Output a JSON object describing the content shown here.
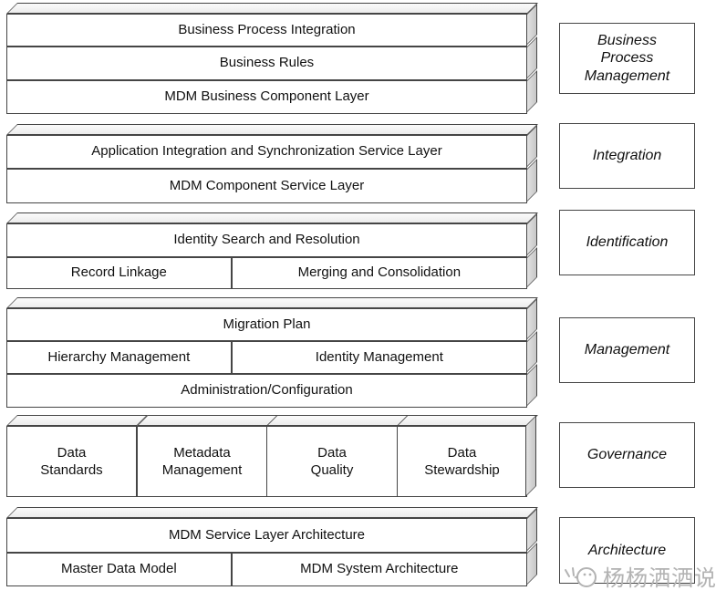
{
  "diagram": {
    "groups": [
      {
        "name": "business-process",
        "rows": [
          {
            "cells": [
              {
                "label": "Business Process Integration"
              }
            ]
          },
          {
            "cells": [
              {
                "label": "Business Rules"
              }
            ]
          },
          {
            "cells": [
              {
                "label": "MDM Business Component Layer"
              }
            ]
          }
        ]
      },
      {
        "name": "integration",
        "rows": [
          {
            "cells": [
              {
                "label": "Application Integration and Synchronization Service Layer"
              }
            ]
          },
          {
            "cells": [
              {
                "label": "MDM Component Service Layer"
              }
            ]
          }
        ]
      },
      {
        "name": "identification",
        "rows": [
          {
            "cells": [
              {
                "label": "Identity Search and Resolution"
              }
            ]
          },
          {
            "cells": [
              {
                "label": "Record Linkage"
              },
              {
                "label": "Merging and Consolidation"
              }
            ]
          }
        ]
      },
      {
        "name": "management",
        "rows": [
          {
            "cells": [
              {
                "label": "Migration Plan"
              }
            ]
          },
          {
            "cells": [
              {
                "label": "Hierarchy Management"
              },
              {
                "label": "Identity Management"
              }
            ]
          },
          {
            "cells": [
              {
                "label": "Administration/Configuration"
              }
            ]
          }
        ]
      },
      {
        "name": "governance",
        "cubes": [
          {
            "label": "Data\nStandards"
          },
          {
            "label": "Metadata\nManagement"
          },
          {
            "label": "Data\nQuality"
          },
          {
            "label": "Data\nStewardship"
          }
        ]
      },
      {
        "name": "architecture",
        "rows": [
          {
            "cells": [
              {
                "label": "MDM Service Layer Architecture"
              }
            ]
          },
          {
            "cells": [
              {
                "label": "Master Data Model"
              },
              {
                "label": "MDM System Architecture"
              }
            ]
          }
        ]
      }
    ],
    "side_labels": [
      {
        "label": "Business\nProcess\nManagement"
      },
      {
        "label": "Integration"
      },
      {
        "label": "Identification"
      },
      {
        "label": "Management"
      },
      {
        "label": "Governance"
      },
      {
        "label": "Architecture"
      }
    ]
  },
  "watermark": {
    "text": "杨杨洒洒说"
  },
  "colors": {
    "border": "#454545",
    "top_face": "#ececec",
    "side_face": "#cccccc",
    "front_face": "#ffffff",
    "watermark": "#b3b3b3",
    "background": "#ffffff"
  }
}
